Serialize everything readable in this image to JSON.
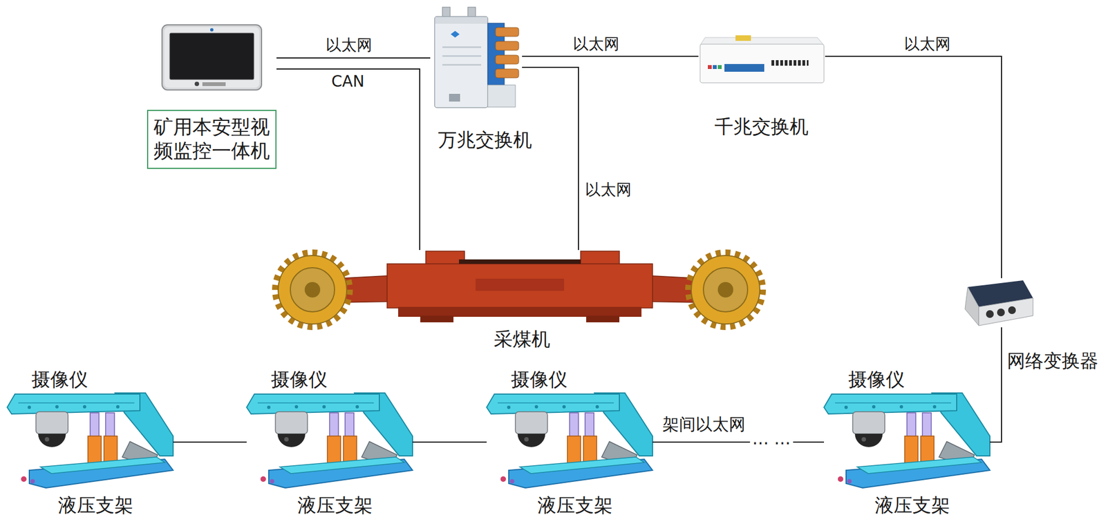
{
  "diagram": {
    "nodes": [
      {
        "text": [
          "矿用本安型视频监控一体机"
        ]
      },
      {
        "text": [
          "万兆交换机"
        ]
      },
      {
        "text": [
          "千兆交换机"
        ]
      },
      {
        "text": [
          "采煤机"
        ]
      },
      {
        "text": [
          "网络变换器"
        ]
      },
      {
        "text": [
          "摄像仪",
          "液压支架"
        ]
      },
      {
        "text": [
          "摄像仪",
          "液压支架"
        ]
      },
      {
        "text": [
          "摄像仪",
          "液压支架"
        ]
      },
      {
        "text": [
          "摄像仪",
          "液压支架"
        ]
      }
    ],
    "edges": [
      {
        "from": 0,
        "to": 1,
        "arrow": "none",
        "label": "以太网"
      },
      {
        "from": 0,
        "to": 3,
        "arrow": "none",
        "label": "CAN"
      },
      {
        "from": 1,
        "to": 2,
        "arrow": "none",
        "label": "以太网"
      },
      {
        "from": 1,
        "to": 3,
        "arrow": "none",
        "label": "以太网"
      },
      {
        "from": 2,
        "to": 4,
        "arrow": "none",
        "label": "以太网"
      },
      {
        "from": 4,
        "to": 8,
        "arrow": "none"
      },
      {
        "from": 5,
        "to": 6,
        "arrow": "none"
      },
      {
        "from": 6,
        "to": 7,
        "arrow": "none"
      },
      {
        "from": 7,
        "to": 8,
        "arrow": "none",
        "label": "架间以太网"
      }
    ],
    "labels": [
      "… …"
    ]
  }
}
